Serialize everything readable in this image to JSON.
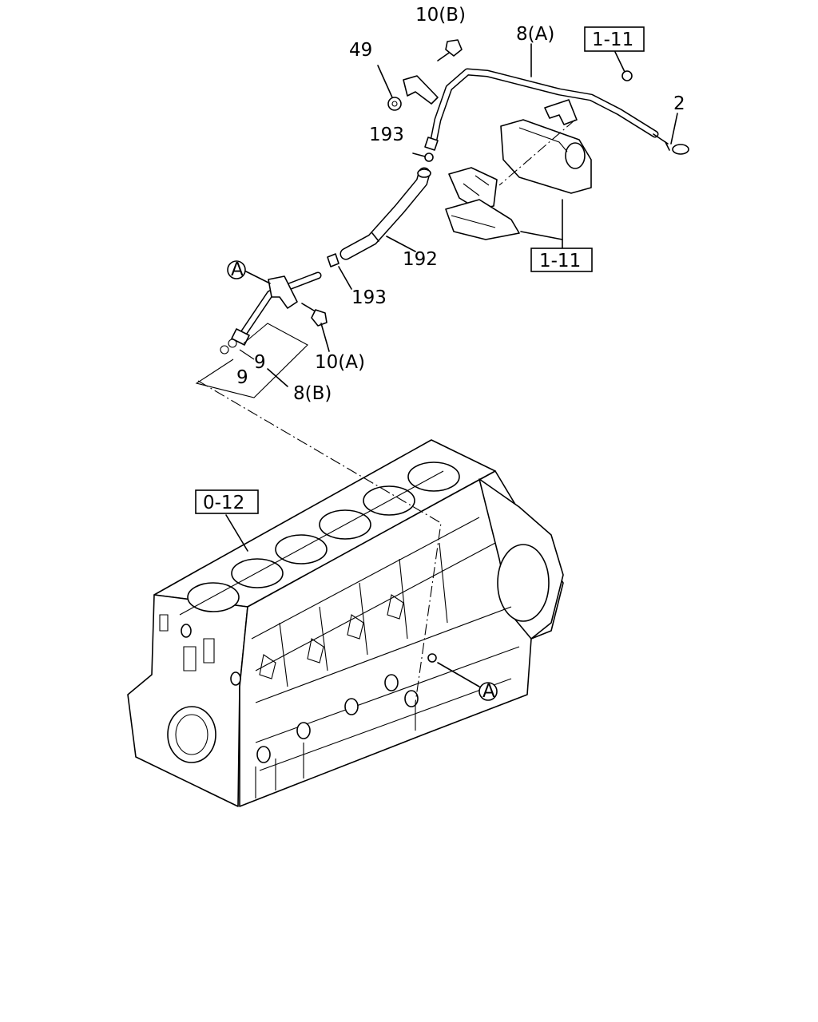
{
  "labels": {
    "part_10b": "10(B)",
    "part_8a": "8(A)",
    "ref_1_11_top": "1-11",
    "part_49": "49",
    "part_2": "2",
    "part_193_top": "193",
    "part_192": "192",
    "ref_1_11_bottom": "1-11",
    "callout_a_top": "A",
    "part_193_bottom": "193",
    "part_9_upper": "9",
    "part_10a": "10(A)",
    "part_9_lower": "9",
    "part_8b": "8(B)",
    "ref_0_12": "0-12",
    "callout_a_bottom": "A"
  }
}
